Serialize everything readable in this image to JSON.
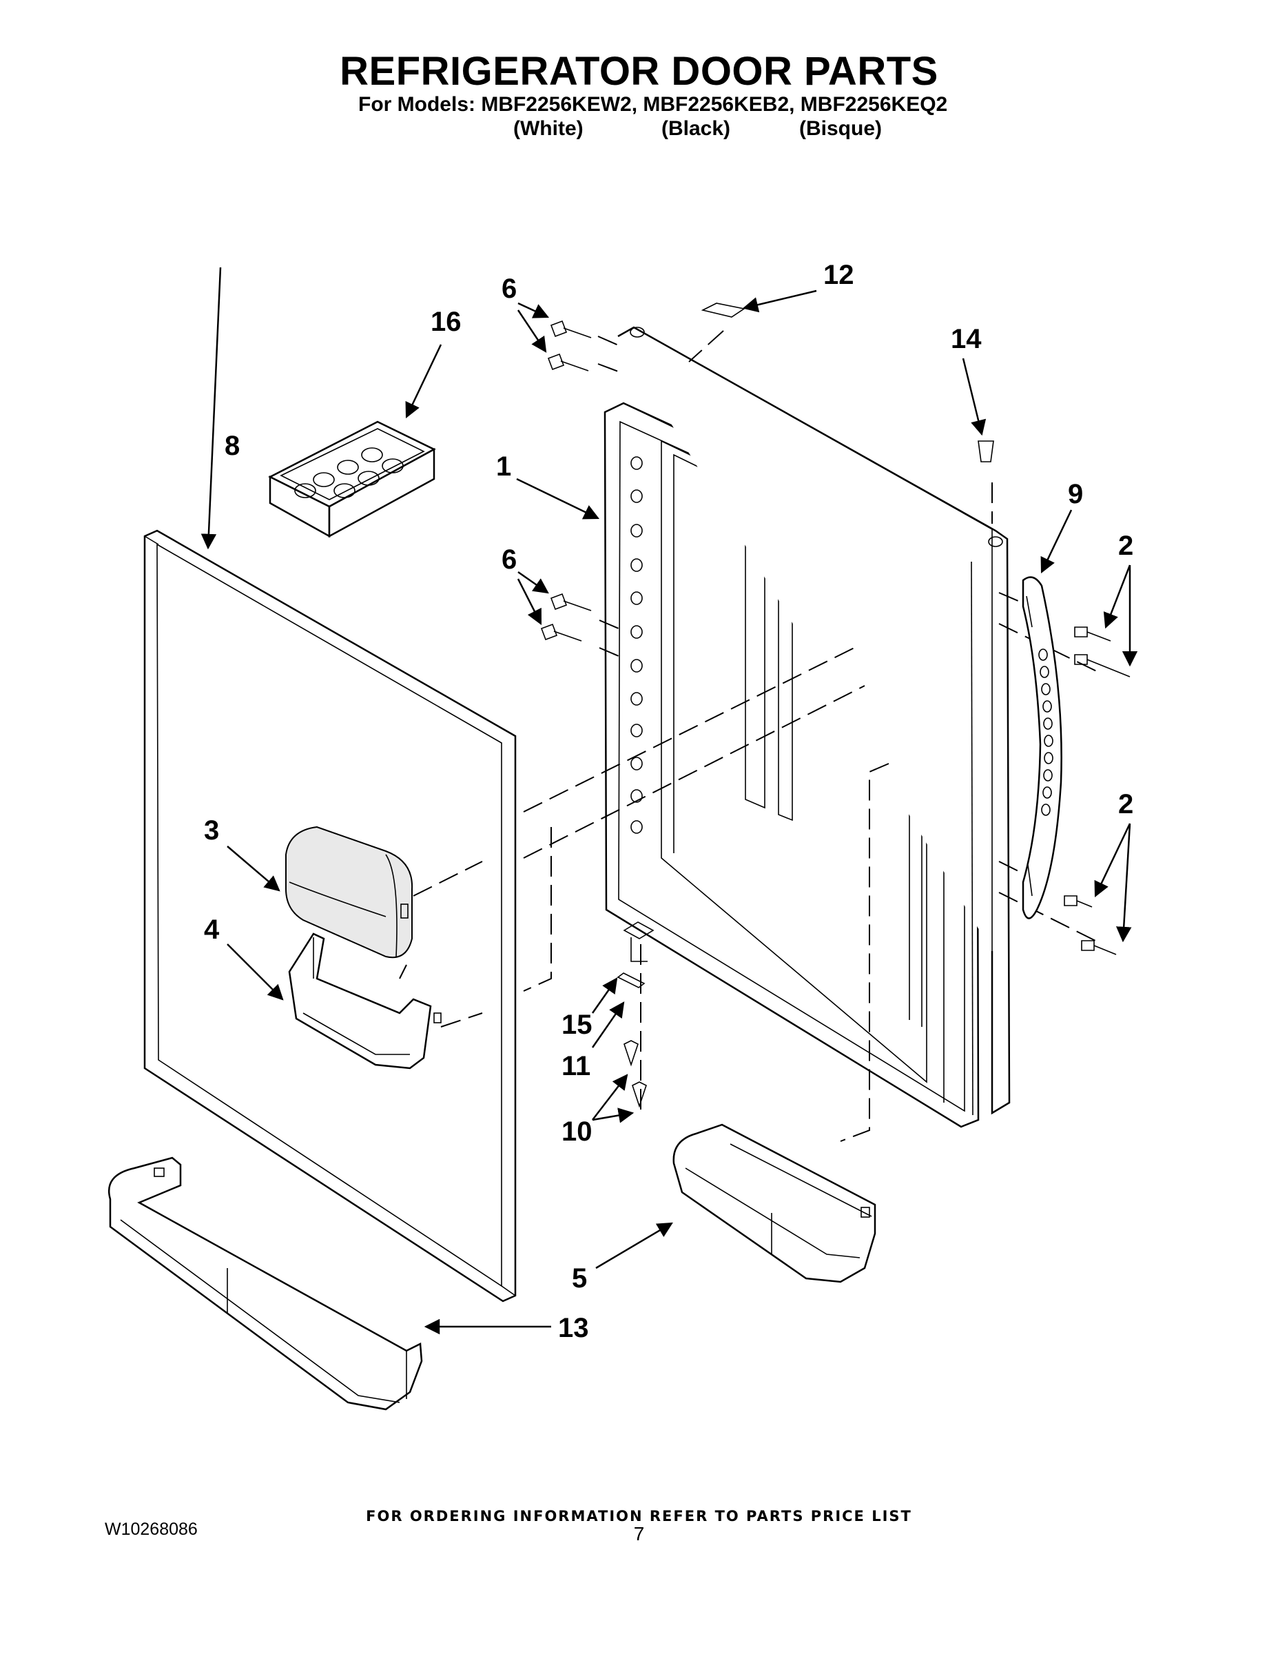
{
  "title": "REFRIGERATOR DOOR PARTS",
  "models_line": "For Models: MBF2256KEW2, MBF2256KEB2, MBF2256KEQ2",
  "colors": [
    "(White)",
    "(Black)",
    "(Bisque)"
  ],
  "callouts": {
    "c1": "1",
    "c2a": "2",
    "c2b": "2",
    "c3": "3",
    "c4": "4",
    "c5": "5",
    "c6a": "6",
    "c6b": "6",
    "c8": "8",
    "c9": "9",
    "c10": "10",
    "c11": "11",
    "c12": "12",
    "c13": "13",
    "c14": "14",
    "c15": "15",
    "c16": "16"
  },
  "footer_note": "FOR ORDERING INFORMATION REFER TO PARTS PRICE LIST",
  "doc_number": "W10268086",
  "page_number": "7"
}
